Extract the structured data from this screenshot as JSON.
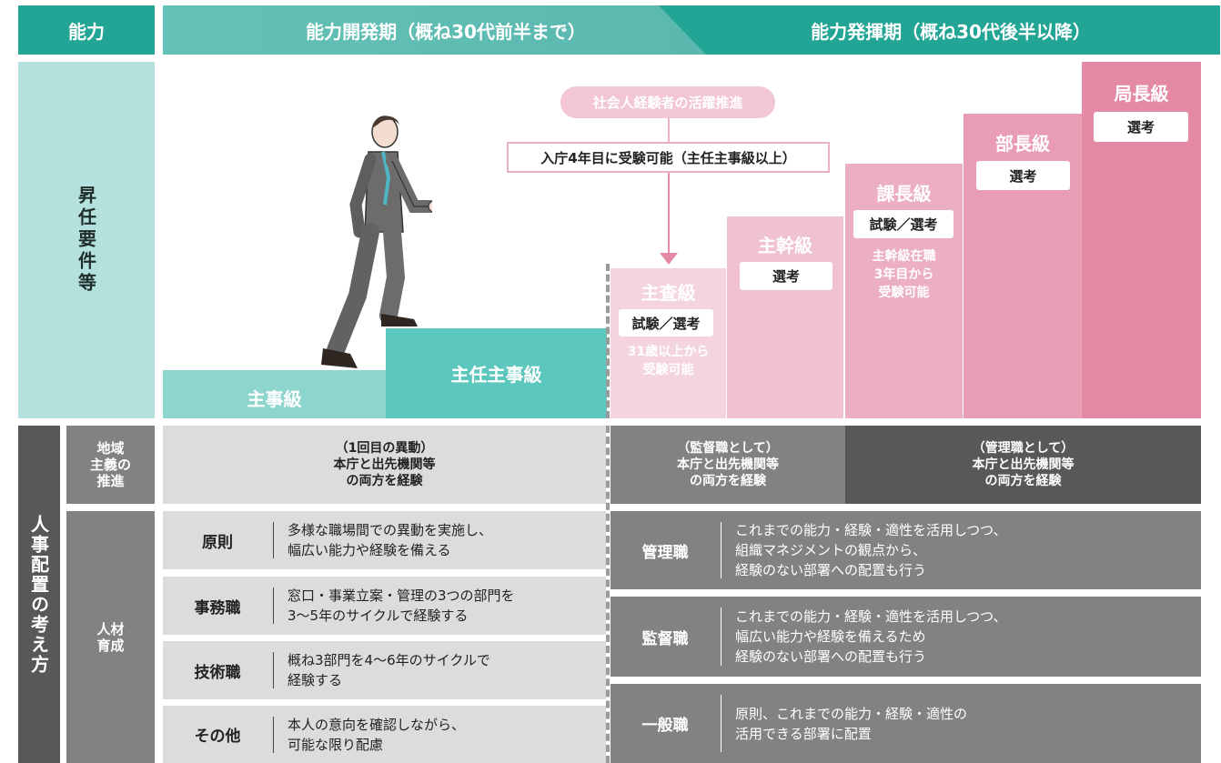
{
  "header": {
    "ability": "能力",
    "development": "能力開発期（概ね30代前半まで）",
    "exertion": "能力発揮期（概ね30代後半以降）"
  },
  "promotion": {
    "label": "昇任要件等",
    "recruit_bubble": "社会人経験者の活躍推進",
    "exam_notice": "入庁4年目に受験可能（主任主事級以上）",
    "levels": {
      "shuji": {
        "name": "主事級"
      },
      "shunin": {
        "name": "主任主事級"
      },
      "shusa": {
        "name": "主査級",
        "method": "試験／選考",
        "note": "31歳以上から\n受験可能"
      },
      "shukan": {
        "name": "主幹級",
        "method": "選考"
      },
      "kacho": {
        "name": "課長級",
        "method": "試験／選考",
        "note": "主幹級在職\n3年目から\n受験可能"
      },
      "bucho": {
        "name": "部長級",
        "method": "選考"
      },
      "kyokucho": {
        "name": "局長級",
        "method": "選考"
      }
    }
  },
  "placement": {
    "label": "人事配置の考え方",
    "regional": {
      "label": "地域\n主義の\n推進",
      "dev": "（1回目の異動）\n本庁と出先機関等\nの両方を経験",
      "supervisory": "（監督職として）\n本庁と出先機関等\nの両方を経験",
      "managerial": "（管理職として）\n本庁と出先機関等\nの両方を経験"
    },
    "talent": {
      "label": "人材\n育成",
      "dev_rows": [
        {
          "title": "原則",
          "desc": "多様な職場間での異動を実施し、\n幅広い能力や経験を備える"
        },
        {
          "title": "事務職",
          "desc": "窓口・事業立案・管理の3つの部門を\n3〜5年のサイクルで経験する"
        },
        {
          "title": "技術職",
          "desc": "概ね3部門を4〜6年のサイクルで\n経験する"
        },
        {
          "title": "その他",
          "desc": "本人の意向を確認しながら、\n可能な限り配慮"
        }
      ],
      "exert_rows": [
        {
          "title": "管理職",
          "desc": "これまでの能力・経験・適性を活用しつつ、\n組織マネジメントの観点から、\n経験のない部署への配置も行う"
        },
        {
          "title": "監督職",
          "desc": "これまでの能力・経験・適性を活用しつつ、\n幅広い能力や経験を備えるため\n経験のない部署への配置も行う"
        },
        {
          "title": "一般職",
          "desc": "原則、これまでの能力・経験・適性の\n活用できる部署に配置"
        }
      ]
    }
  },
  "colors": {
    "teal": "#23a596",
    "teal_light": "#b4e1dd",
    "teal_mid": "#5cc7bc",
    "pink": "#e48aa5",
    "gray_dark": "#595757",
    "gray_mid": "#828282",
    "gray_light": "#dcdcdc"
  }
}
